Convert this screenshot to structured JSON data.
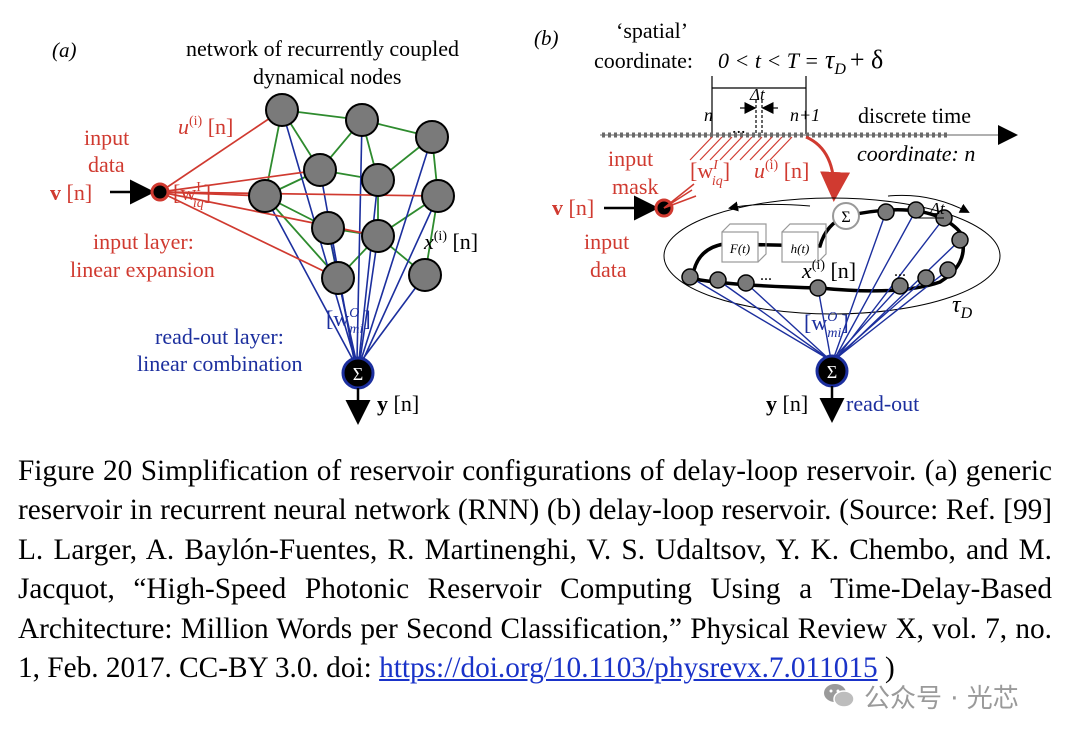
{
  "panel_a": {
    "label": "(a)",
    "title_line1": "network of recurrently coupled",
    "title_line2": "dynamical nodes",
    "input_u": "u",
    "input_u_sup": "(i)",
    "input_u_index": "[n]",
    "input_data_line1": "input",
    "input_data_line2": "data",
    "v_label": "v",
    "v_index": "[n]",
    "weight_in_open": "[w",
    "weight_in_sup": "I",
    "weight_in_sub": "iq",
    "weight_in_close": "]",
    "input_layer_line1": "input layer:",
    "input_layer_line2": "linear expansion",
    "state_x": "x",
    "state_sup": "(i)",
    "state_index": "[n]",
    "weight_out_open": "[w",
    "weight_out_sup": "O",
    "weight_out_sub": "mi",
    "weight_out_close": "]",
    "readout_line1": "read-out layer:",
    "readout_line2": "linear combination",
    "sum_symbol": "Σ",
    "y_label": "y",
    "y_index": "[n]"
  },
  "panel_b": {
    "label": "(b)",
    "spatial_line1": "‘spatial’",
    "spatial_line2": "coordinate:",
    "range_text": "0 < t < T =",
    "tau_d": "τ",
    "tau_d_sub": "D",
    "plus_delta": "+ δ",
    "delta_t": "Δt",
    "n_left": "n",
    "dots": "...",
    "n_right": "n+1",
    "discrete_line1": "discrete time",
    "discrete_line2": "coordinate: n",
    "input_mask_line1": "input",
    "input_mask_line2": "mask",
    "weight_in_open": "[w",
    "weight_in_sup": "I",
    "weight_in_sub": "iq",
    "weight_in_close": "]",
    "input_u": "u",
    "input_u_sup": "(i)",
    "input_u_index": "[n]",
    "v_label": "v",
    "v_index": "[n]",
    "input_data_line1": "input",
    "input_data_line2": "data",
    "sum_symbol": "Σ",
    "delta_t_loop": "Δt",
    "f_box": "F(t)",
    "h_box": "h(t)",
    "loop_dots_left": "...",
    "loop_dots_right": "...",
    "state_x": "x",
    "state_sup": "(i)",
    "state_index": "[n]",
    "loop_tau": "τ",
    "loop_tau_sub": "D",
    "weight_out_open": "[w",
    "weight_out_sup": "O",
    "weight_out_sub": "mi",
    "weight_out_close": "]",
    "y_label": "y",
    "y_index": "[n]",
    "readout": "read-out"
  },
  "caption": {
    "text": "Figure 20  Simplification of reservoir configurations of delay-loop reservoir. (a) generic reservoir in recurrent neural network (RNN) (b) delay-loop reservoir. (Source: Ref.  [99] L. Larger, A. Baylón-Fuentes, R. Martinenghi, V. S. Udaltsov, Y. K. Chembo, and M. Jacquot, “High-Speed Photonic Reservoir Computing Using a Time-Delay-Based Architecture: Million Words per Second Classification,” Physical Review X, vol. 7, no. 1, Feb. 2017. CC-BY 3.0.  doi: ",
    "link": "https://doi.org/10.1103/physrevx.7.011015",
    "end": " )"
  },
  "watermark": {
    "text": "公众号 · 光芯",
    "icon": "wechat-icon"
  },
  "colors": {
    "input_red": "#d03a30",
    "readout_blue": "#1c2f9e",
    "coupling_green": "#2e8b2e",
    "node_gray": "#7a7a7a",
    "link_blue": "#1a33c9"
  }
}
